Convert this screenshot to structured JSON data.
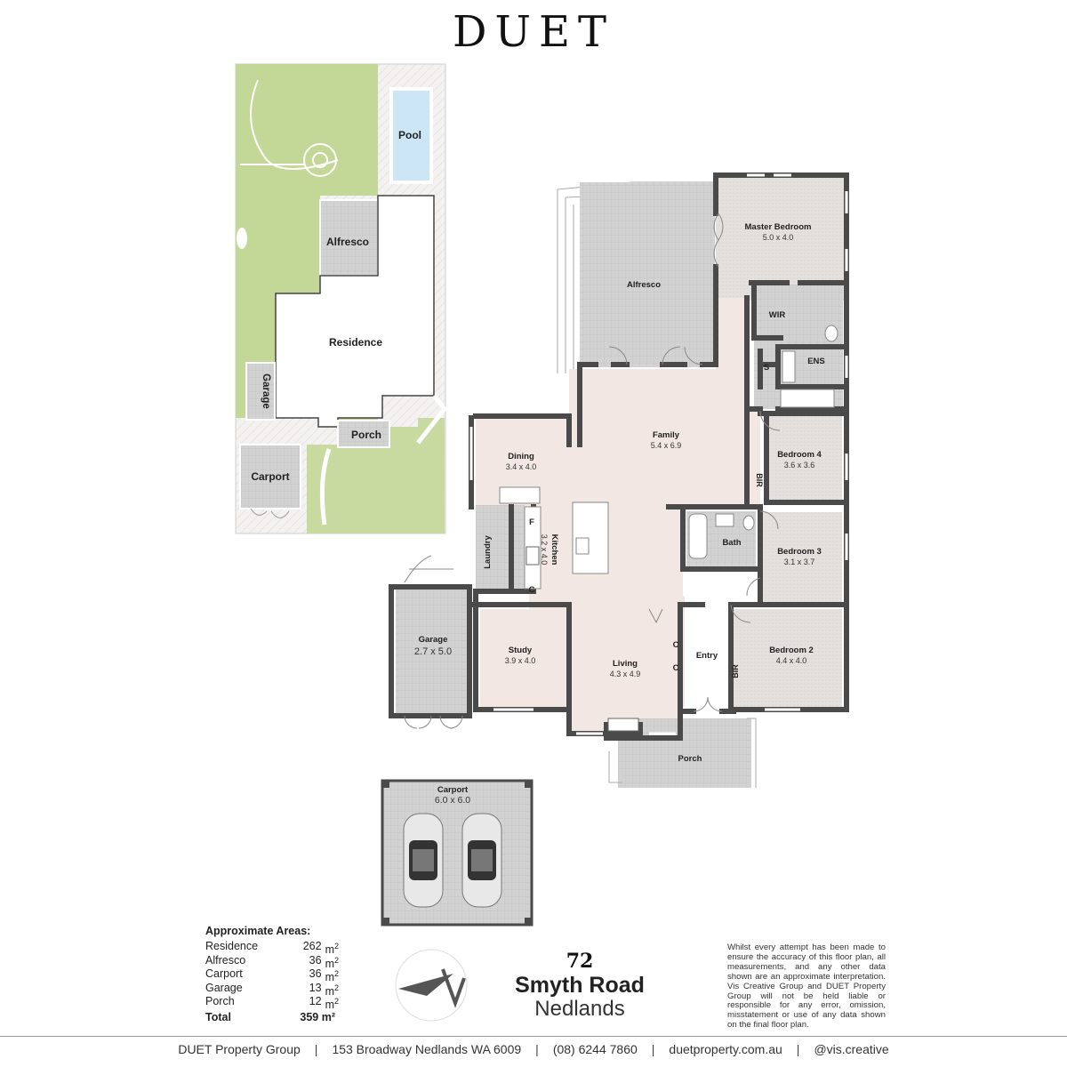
{
  "brand": "DUET",
  "site_plan": {
    "pool": "Pool",
    "alfresco": "Alfresco",
    "residence": "Residence",
    "garage": "Garage",
    "porch": "Porch",
    "carport": "Carport"
  },
  "floor_plan": {
    "rooms": [
      {
        "id": "master",
        "name": "Master Bedroom",
        "dims": "5.0 x 4.0"
      },
      {
        "id": "alfresco",
        "name": "Alfresco",
        "dims": ""
      },
      {
        "id": "wir",
        "name": "WIR",
        "dims": ""
      },
      {
        "id": "ens",
        "name": "ENS",
        "dims": ""
      },
      {
        "id": "s",
        "name": "S",
        "dims": ""
      },
      {
        "id": "family",
        "name": "Family",
        "dims": "5.4 x 6.9"
      },
      {
        "id": "dining",
        "name": "Dining",
        "dims": "3.4 x 4.0"
      },
      {
        "id": "bedroom4",
        "name": "Bedroom 4",
        "dims": "3.6 x 3.6"
      },
      {
        "id": "bir4",
        "name": "BIR",
        "dims": ""
      },
      {
        "id": "kitchen",
        "name": "Kitchen",
        "dims": "3.2 x 4.0"
      },
      {
        "id": "f",
        "name": "F",
        "dims": ""
      },
      {
        "id": "c1",
        "name": "C",
        "dims": ""
      },
      {
        "id": "laundry",
        "name": "Laundry",
        "dims": ""
      },
      {
        "id": "bath",
        "name": "Bath",
        "dims": ""
      },
      {
        "id": "bedroom3",
        "name": "Bedroom 3",
        "dims": "3.1 x 3.7"
      },
      {
        "id": "garage",
        "name": "Garage",
        "dims": "2.7 x 5.0"
      },
      {
        "id": "study",
        "name": "Study",
        "dims": "3.9 x 4.0"
      },
      {
        "id": "living",
        "name": "Living",
        "dims": "4.3 x 4.9"
      },
      {
        "id": "c2",
        "name": "C",
        "dims": ""
      },
      {
        "id": "c3",
        "name": "C",
        "dims": ""
      },
      {
        "id": "entry",
        "name": "Entry",
        "dims": ""
      },
      {
        "id": "bir2",
        "name": "BIR",
        "dims": ""
      },
      {
        "id": "bedroom2",
        "name": "Bedroom 2",
        "dims": "4.4 x 4.0"
      },
      {
        "id": "porch",
        "name": "Porch",
        "dims": ""
      },
      {
        "id": "carport",
        "name": "Carport",
        "dims": "6.0 x 6.0"
      }
    ]
  },
  "areas": {
    "title": "Approximate Areas:",
    "unit": "m",
    "unit_sup": "2",
    "rows": [
      {
        "name": "Residence",
        "value": "262"
      },
      {
        "name": "Alfresco",
        "value": "36"
      },
      {
        "name": "Carport",
        "value": "36"
      },
      {
        "name": "Garage",
        "value": "13"
      },
      {
        "name": "Porch",
        "value": "12"
      }
    ],
    "total_label": "Total",
    "total_value": "359 m²"
  },
  "address": {
    "number": "72",
    "street": "Smyth Road",
    "suburb": "Nedlands"
  },
  "disclaimer": "Whilst every attempt has been made to ensure the accuracy of this floor plan, all measurements, and any other data shown are an approximate interpretation. Vis Creative Group and DUET Property Group will not be held liable or responsible for any error, omission, misstatement or use of any data shown on the final floor plan.",
  "footer": {
    "company": "DUET Property Group",
    "address": "153 Broadway Nedlands WA 6009",
    "phone": "(08) 6244 7860",
    "website": "duetproperty.com.au",
    "social": "@vis.creative"
  },
  "colors": {
    "wall": "#4a4a4a",
    "floor": "#f2e7e2",
    "tile": "#cfcfcf",
    "carpet": "#e4e1de",
    "lawn": "#c6d99b",
    "pool": "#cde6f6"
  }
}
